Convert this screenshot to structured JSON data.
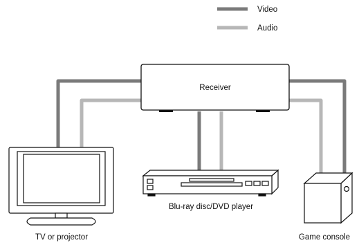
{
  "legend": {
    "video_label": "Video",
    "audio_label": "Audio"
  },
  "devices": {
    "receiver_label": "Receiver",
    "tv_label": "TV or projector",
    "player_label": "Blu-ray disc/DVD player",
    "console_label": "Game console"
  },
  "colors": {
    "video": "#7a7a7a",
    "audio": "#b7b7b7",
    "outline": "#111111"
  }
}
